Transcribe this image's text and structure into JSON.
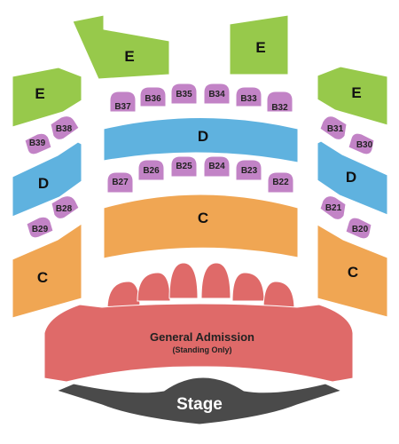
{
  "colors": {
    "E": "#97c94b",
    "D": "#5fb2df",
    "C": "#f0a653",
    "box": "#c283c6",
    "ga": "#df6a69",
    "stage": "#4a4a4a",
    "outline": "#ffffff"
  },
  "sections": {
    "E": "E",
    "D": "D",
    "C": "C"
  },
  "boxes": {
    "b37": "B37",
    "b36": "B36",
    "b35": "B35",
    "b34": "B34",
    "b33": "B33",
    "b32": "B32",
    "b38": "B38",
    "b39": "B39",
    "b31": "B31",
    "b30": "B30",
    "b27": "B27",
    "b26": "B26",
    "b25": "B25",
    "b24": "B24",
    "b23": "B23",
    "b22": "B22",
    "b28": "B28",
    "b29": "B29",
    "b21": "B21",
    "b20": "B20"
  },
  "general_admission": {
    "title": "General Admission",
    "subtitle": "(Standing Only)"
  },
  "stage": {
    "label": "Stage"
  }
}
